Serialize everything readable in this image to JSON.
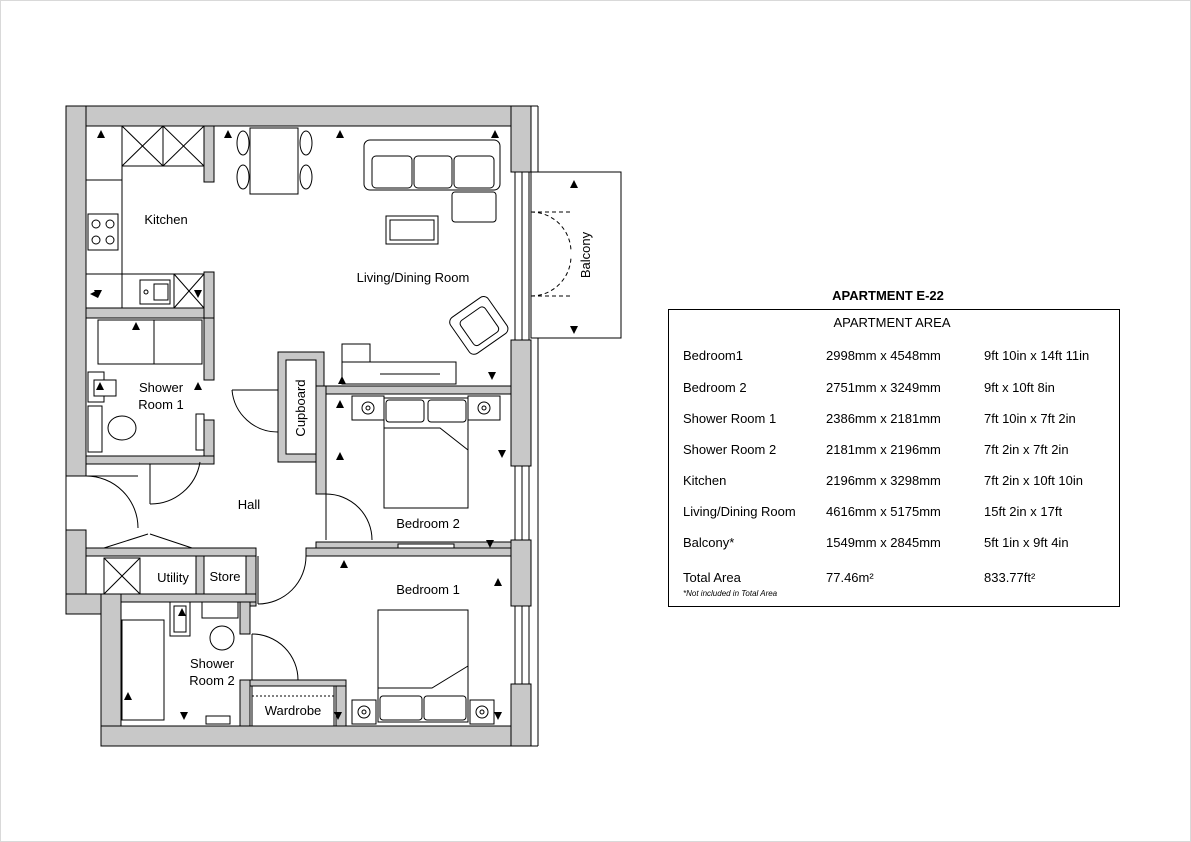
{
  "plan": {
    "rooms": {
      "kitchen": "Kitchen",
      "living": "Living/Dining Room",
      "balcony": "Balcony",
      "shower1_a": "Shower",
      "shower1_b": "Room 1",
      "cupboard": "Cupboard",
      "hall": "Hall",
      "bedroom2": "Bedroom 2",
      "utility": "Utility",
      "store": "Store",
      "bedroom1": "Bedroom 1",
      "shower2_a": "Shower",
      "shower2_b": "Room 2",
      "wardrobe": "Wardrobe"
    }
  },
  "schedule": {
    "title": "APARTMENT E-22",
    "heading": "APARTMENT AREA",
    "rows": [
      {
        "room": "Bedroom1",
        "mm": "2998mm x 4548mm",
        "ft": "9ft 10in x 14ft 11in"
      },
      {
        "room": "Bedroom 2",
        "mm": "2751mm x 3249mm",
        "ft": "9ft x 10ft 8in"
      },
      {
        "room": "Shower Room 1",
        "mm": "2386mm x 2181mm",
        "ft": "7ft 10in x 7ft 2in"
      },
      {
        "room": "Shower Room 2",
        "mm": "2181mm x 2196mm",
        "ft": "7ft 2in x 7ft 2in"
      },
      {
        "room": "Kitchen",
        "mm": "2196mm x 3298mm",
        "ft": "7ft 2in x 10ft 10in"
      },
      {
        "room": "Living/Dining Room",
        "mm": "4616mm x 5175mm",
        "ft": "15ft 2in x 17ft"
      },
      {
        "room": "Balcony*",
        "mm": "1549mm x 2845mm",
        "ft": "5ft 1in x 9ft 4in"
      }
    ],
    "total": {
      "label": "Total Area",
      "sqm": "77.46m²",
      "sqft": "833.77ft²"
    },
    "footnote": "*Not included in Total Area"
  }
}
